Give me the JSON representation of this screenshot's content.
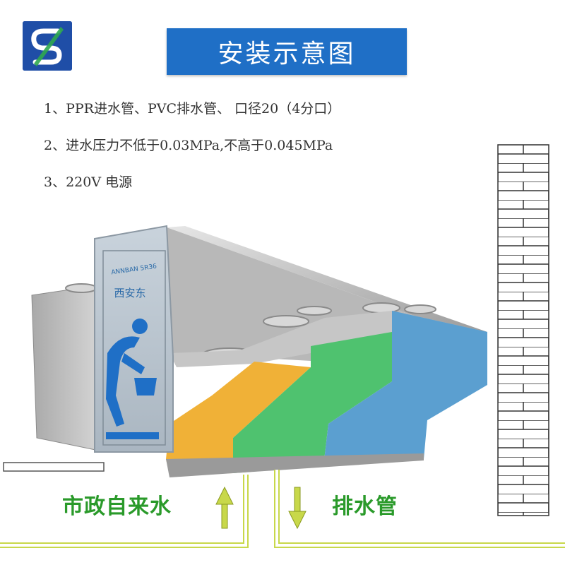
{
  "logo": {
    "icon": "s-logo-icon",
    "color": "#1f4ea7"
  },
  "title": "安装示意图",
  "notes": [
    "1、PPR进水管、PVC排水管、 口径20（4分口）",
    "2、进水压力不低于0.03MPa,不高于0.045MPa",
    "3、220V 电源"
  ],
  "panel_sign": {
    "line1": "ANNBAN 5R36",
    "line2": "西安东",
    "icon": "person-washing-icon"
  },
  "labels": {
    "inlet": "市政自来水",
    "drain": "排水管"
  },
  "arrows": {
    "inlet": "up-arrow-icon",
    "drain": "down-arrow-icon"
  },
  "colors": {
    "banner": "#1f6fc6",
    "orange": "#f0b137",
    "green": "#4fc26f",
    "blue": "#5b9fd0",
    "label_green": "#2a9a2a",
    "arrow": "#c8d84a"
  }
}
